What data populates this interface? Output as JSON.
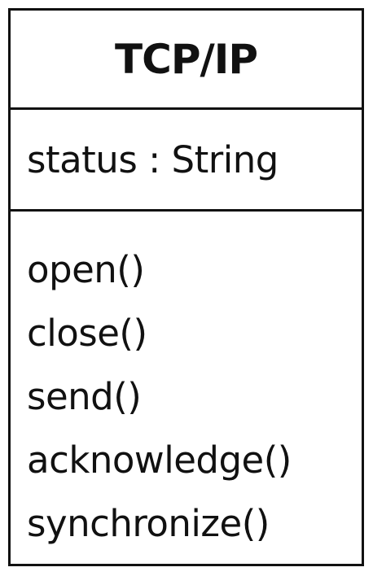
{
  "class": {
    "name": "TCP/IP",
    "attributes": [
      "status : String"
    ],
    "operations": [
      "open()",
      "close()",
      "send()",
      "acknowledge()",
      "synchronize()"
    ]
  }
}
